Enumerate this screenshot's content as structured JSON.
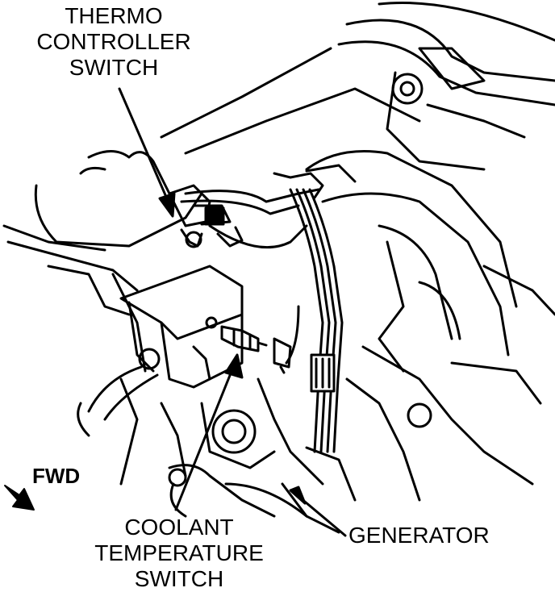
{
  "labels": {
    "thermo_controller_switch": [
      "THERMO",
      "CONTROLLER",
      "SWITCH"
    ],
    "coolant_temperature_switch": [
      "COOLANT",
      "TEMPERATURE",
      "SWITCH"
    ],
    "generator": "GENERATOR",
    "fwd": "FWD"
  },
  "colors": {
    "ink": "#000000",
    "paper": "#ffffff"
  }
}
